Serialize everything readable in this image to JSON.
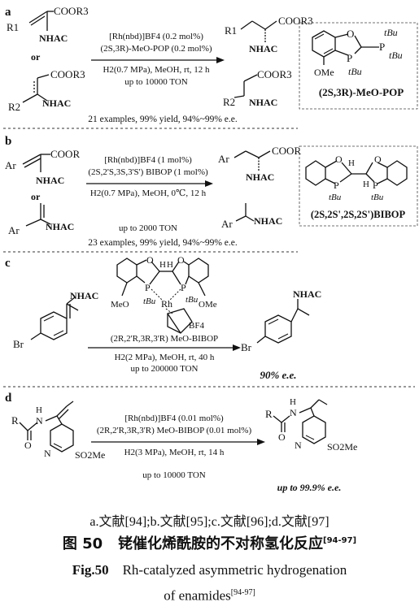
{
  "panels": {
    "a": {
      "label": "a",
      "reagent_line1": "[Rh(nbd)]BF4 (0.2 mol%)",
      "reagent_line2": "(2S,3R)-MeO-POP (0.2 mol%)",
      "conditions": "H2(0.7 MPa), MeOH, rt, 12 h",
      "ton": "up to 10000 TON",
      "summary": "21 examples, 99% yield, 94%~99% e.e.",
      "ligand_name": "(2S,3R)-MeO-POP",
      "substrate1_ester": "COOR3",
      "substrate1_r": "R1",
      "amide": "NHAC",
      "or": "or",
      "substrate2_ester": "COOR3",
      "substrate2_r": "R2",
      "ligand_ome": "OMe",
      "ligand_tbu": "tBu",
      "ligand_o": "O",
      "ligand_p": "P"
    },
    "b": {
      "label": "b",
      "reagent_line1": "[Rh(nbd)]BF4 (1 mol%)",
      "reagent_line2": "(2S,2'S,3S,3'S') BIBOP (1 mol%)",
      "conditions": "H2(0.7 MPa), MeOH, 0℃, 12 h",
      "ton": "up to 2000 TON",
      "summary": "23 examples, 99% yield, 94%~99% e.e.",
      "ligand_name": "(2S,2S',2S,2S')BIBOP",
      "ester": "COOR",
      "ar": "Ar",
      "amide": "NHAC",
      "or": "or",
      "ligand_h": "H"
    },
    "c": {
      "label": "c",
      "catalyst_anion": "BF4",
      "reagent_line1": "(2R,2'R,3R,3'R) MeO-BIBOP",
      "conditions": "H2(2 MPa), MeOH, rt, 40 h",
      "ton": "up to 200000 TON",
      "ee": "90% e.e.",
      "br": "Br",
      "amide": "NHAC",
      "meo": "MeO",
      "ome": "OMe",
      "rh": "Rh",
      "h": "H"
    },
    "d": {
      "label": "d",
      "reagent_line1": "[Rh(nbd)]BF4 (0.01 mol%)",
      "reagent_line2": "(2R,2'R,3R,3'R) MeO-BIBOP (0.01 mol%)",
      "conditions": "H2(3 MPa), MeOH, rt, 14 h",
      "ton": "up to 10000 TON",
      "ee": "up to 99.9% e.e.",
      "r": "R",
      "n": "N",
      "h": "H",
      "o": "O",
      "so2me": "SO2Me"
    }
  },
  "caption": {
    "sub": "a.文献[94];b.文献[95];c.文献[96];d.文献[97]",
    "cn_label": "图 50",
    "cn_text": "铑催化烯酰胺的不对称氢化反应",
    "cn_ref": "[94-97]",
    "en_label": "Fig.50",
    "en_text1": "Rh-catalyzed asymmetric hydrogenation",
    "en_text2": "of enamides",
    "en_ref": "[94-97]"
  }
}
